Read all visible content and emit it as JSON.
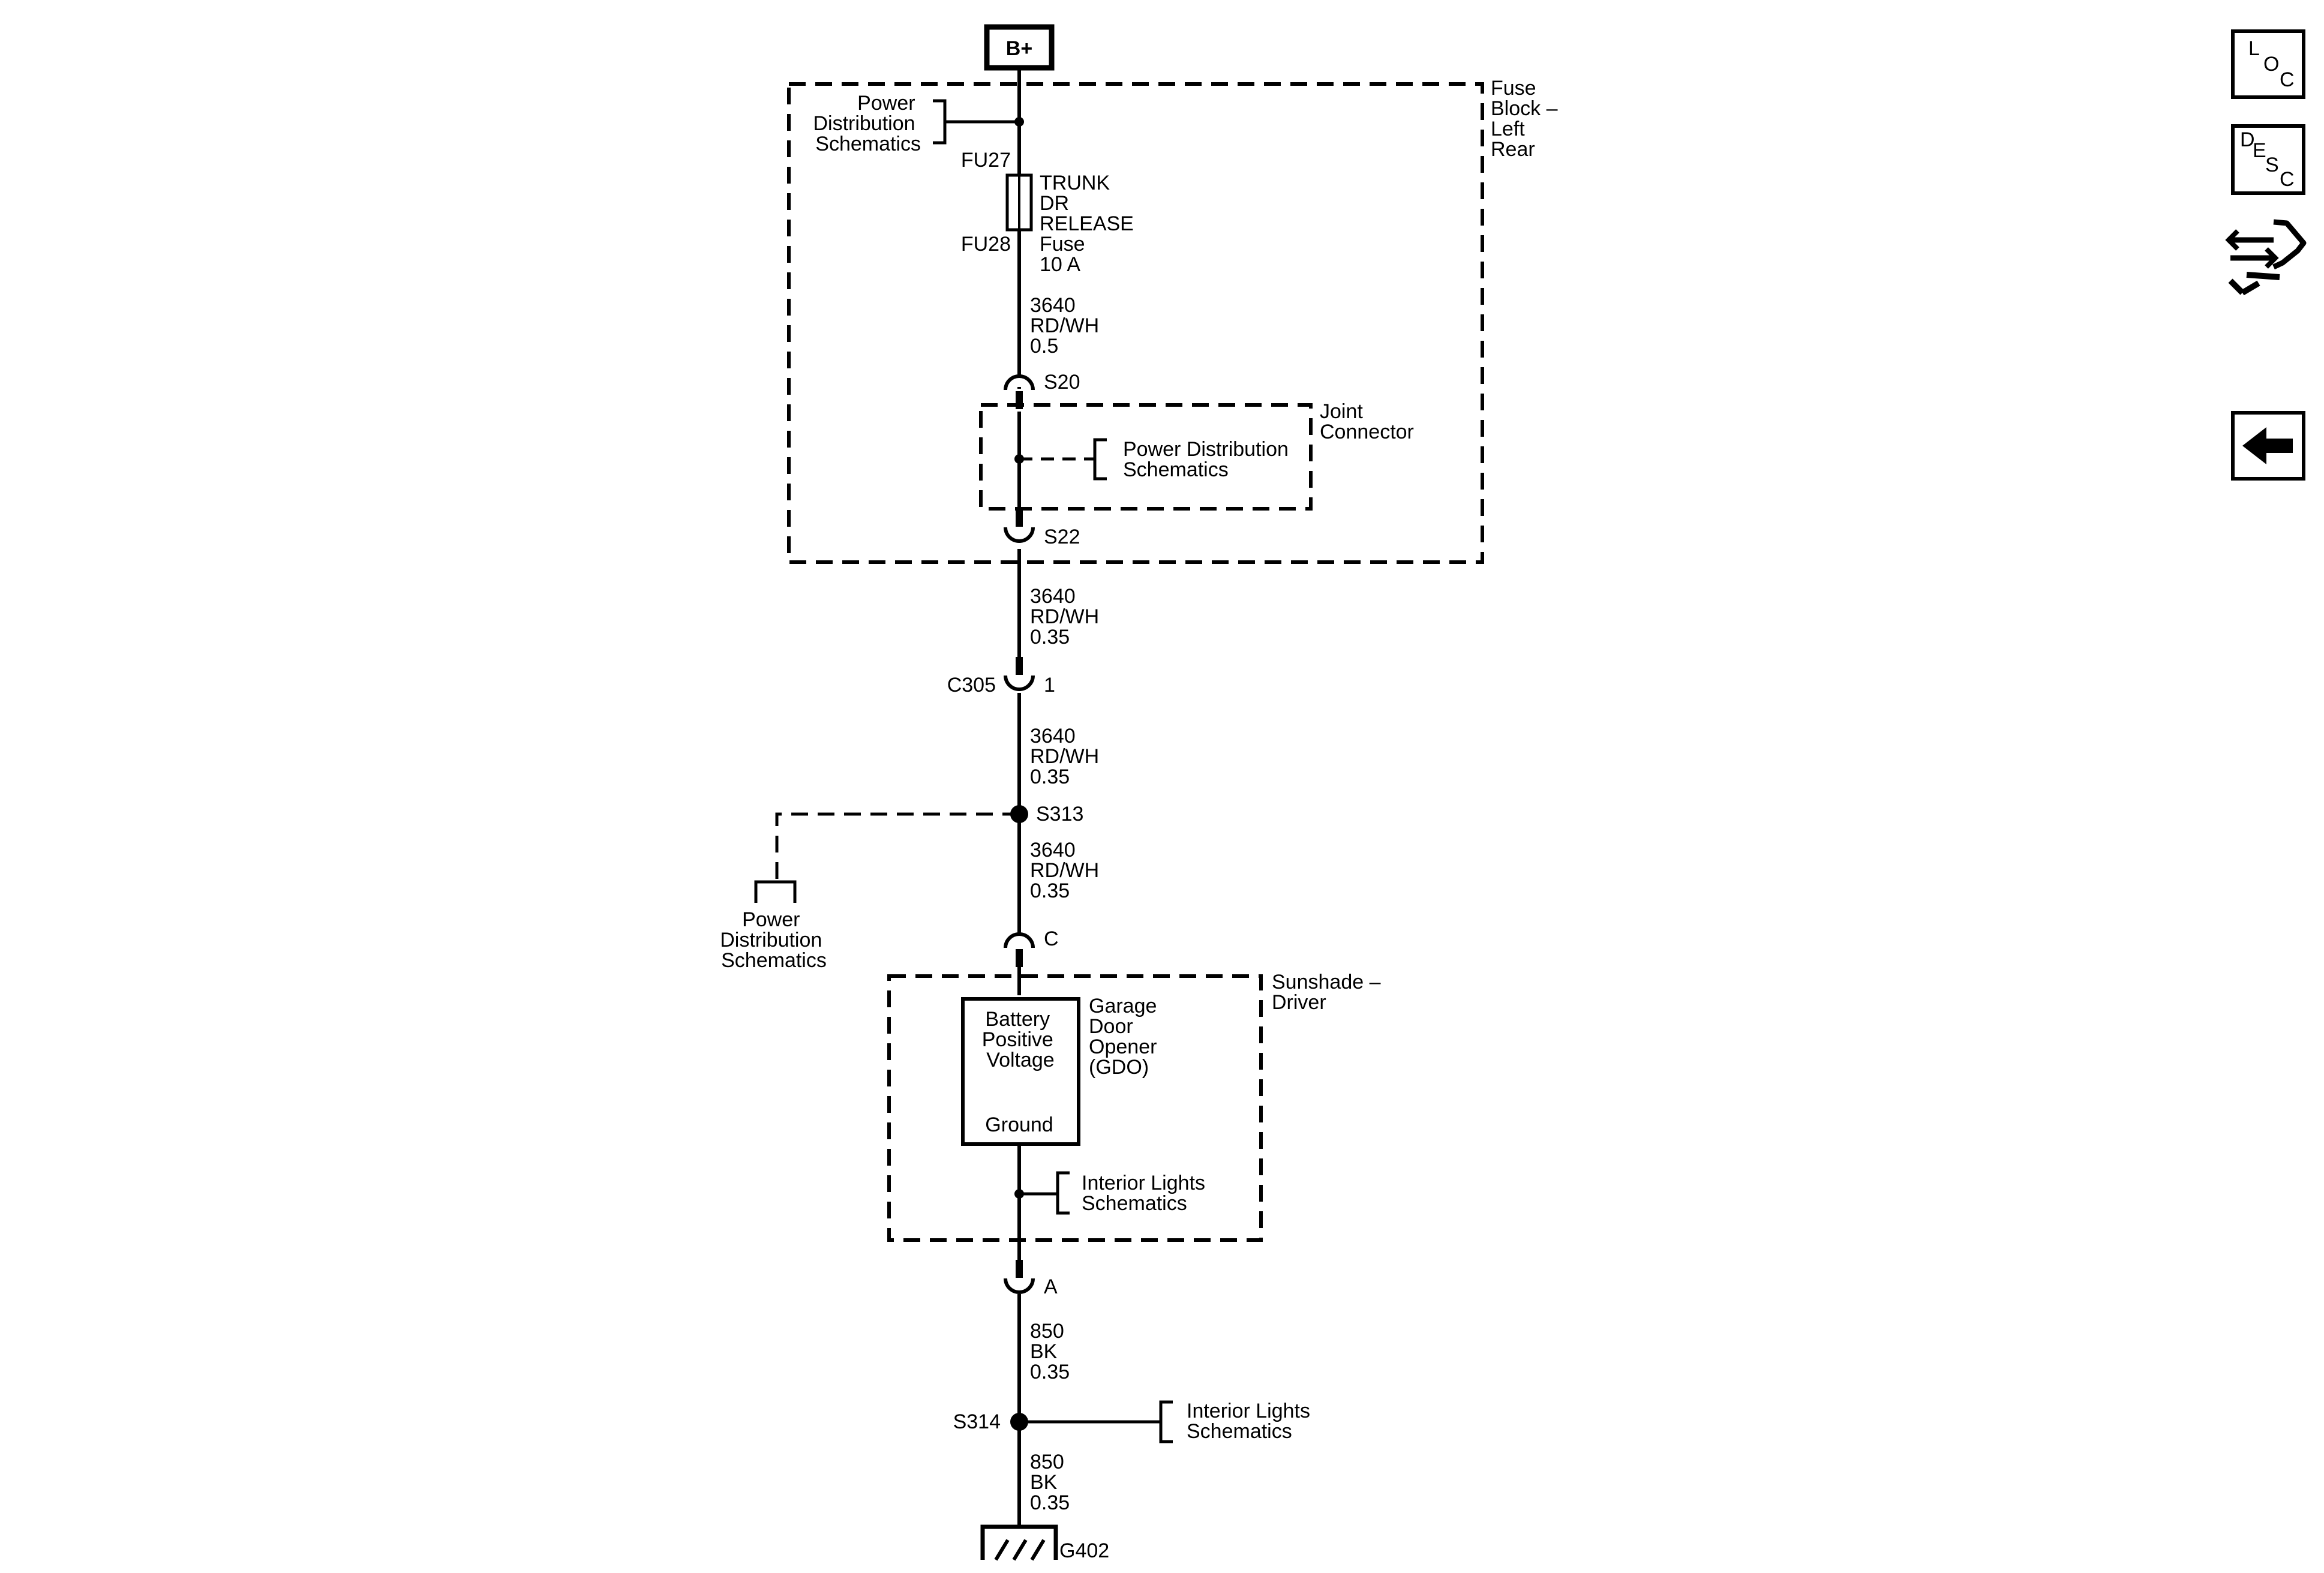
{
  "power_source": {
    "label": "B+"
  },
  "fuse_block": {
    "name_lines": [
      "Fuse",
      "Block –",
      "Left",
      "Rear"
    ],
    "ref_power_lines": [
      "Power",
      "Distribution",
      "Schematics"
    ],
    "fuse_top_pin": "FU27",
    "fuse_bottom_pin": "FU28",
    "fuse_name_lines": [
      "TRUNK",
      "DR",
      "RELEASE",
      "Fuse",
      "10 A"
    ],
    "wire_a_lines": [
      "3640",
      "RD/WH",
      "0.5"
    ],
    "splice_top": "S20",
    "splice_bottom": "S22"
  },
  "joint_connector": {
    "name_lines": [
      "Joint",
      "Connector"
    ],
    "ref_lines": [
      "Power Distribution",
      "Schematics"
    ]
  },
  "wire_b_lines": [
    "3640",
    "RD/WH",
    "0.35"
  ],
  "connector_c305": {
    "name": "C305",
    "pin": "1"
  },
  "wire_c_lines": [
    "3640",
    "RD/WH",
    "0.35"
  ],
  "splice_s313": {
    "name": "S313",
    "ref_lines": [
      "Power",
      "Distribution",
      "Schematics"
    ]
  },
  "wire_d_lines": [
    "3640",
    "RD/WH",
    "0.35"
  ],
  "sunshade": {
    "name_lines": [
      "Sunshade –",
      "Driver"
    ],
    "pin_top": "C",
    "pin_bottom": "A",
    "module_lines": [
      "Garage",
      "Door",
      "Opener",
      "(GDO)"
    ],
    "box_top_lines": [
      "Battery",
      "Positive",
      "Voltage"
    ],
    "box_bottom": "Ground",
    "ref_lines": [
      "Interior Lights",
      "Schematics"
    ]
  },
  "wire_e_lines": [
    "850",
    "BK",
    "0.35"
  ],
  "splice_s314": {
    "name": "S314",
    "ref_lines": [
      "Interior Lights",
      "Schematics"
    ]
  },
  "wire_f_lines": [
    "850",
    "BK",
    "0.35"
  ],
  "ground": {
    "name": "G402"
  },
  "sidebar": {
    "loc": [
      "L",
      "O",
      "C"
    ],
    "desc": [
      "D",
      "E",
      "S",
      "C"
    ]
  }
}
